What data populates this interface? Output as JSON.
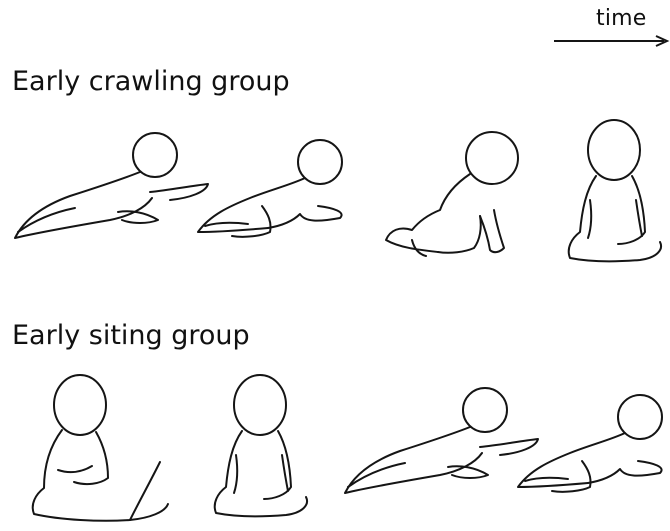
{
  "time_label": "time",
  "groups": [
    {
      "title": "Early crawling group"
    },
    {
      "title": "Early siting group"
    }
  ],
  "colors": {
    "ink": "#151515",
    "background": "#ffffff"
  }
}
